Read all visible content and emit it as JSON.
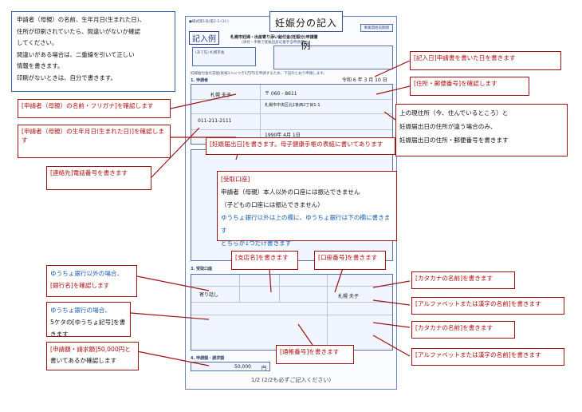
{
  "title": "妊娠分の記入例",
  "notice": {
    "lines": [
      "申請者（母親）の名前、生年月日(生まれた日)、",
      "住所が印刷されていたら、間違いがないか確認",
      "してください。",
      "間違いがある場合は、二重線を引いて正しい",
      "情報を書きます。",
      "印刷がないときは、自分で書きます。"
    ]
  },
  "form": {
    "header_left": "●様式第1号(第2-1-(3)-)",
    "header_right": "事業開始前期間",
    "example_label": "記入例",
    "doc_title": "札幌市妊婦・出産寄り添い給付金(妊娠分)申請書",
    "doc_sub": "(添付・手数で妊娠出産応援手当申請書)",
    "addressee": "札幌市長",
    "to_label": "(あて先) 札幌市長",
    "apply_line": "妊婦給付金の支給(妊娠1人につき5万円)を申請するため、下記のとおり申請します。",
    "section_applicant": "1. 申請者",
    "date_value": "令和 6 年 3 月 10 日",
    "applicant_name": "札幌 夫子",
    "postal": "〒 060 - 8611",
    "address": "札幌市中央区北1条西2丁目1-1",
    "phone": "011-211-2111",
    "dob": "1990年 4月 1日",
    "section_bank": "3. 受取口座",
    "account_holder": "札幌 夫子",
    "bank_name_example": "寄り話し",
    "section_amount": "4. 申請額・請求額",
    "amount_value": "50,000",
    "amount_unit": "円",
    "footer": "1/2 (2/2も必ずご記入ください)"
  },
  "callouts": {
    "kana_name": "[申請者（母親）の名前・フリガナ]を確認します",
    "dob": "[申請者（母親）の生年月日(生まれた日)]を確認します",
    "phone": "[連絡先]電話番号を書きます",
    "bank_other": [
      "ゆうちょ銀行以外の場合、",
      "[銀行名]を確認します"
    ],
    "yucho": [
      "ゆうちょ銀行の場合、",
      "5ケタの[ゆうちょ記号]を書きます"
    ],
    "amount": [
      "[申請額・請求額]50,000円と",
      "書いてあるか確認します"
    ],
    "application_date": "[記入日]申請書を書いた日を書きます",
    "address_postal": "[住所・郵便番号]を確認します",
    "pregnancy_notice": [
      "上の現住所（今、住んでいるところ）と",
      "妊娠届出日の住所が違う場合のみ、",
      "妊娠届出日の住所・郵便番号を書きます"
    ],
    "pregnancy_date": "[妊娠届出日]を書きます。母子健康手帳の表紙に書いてあります",
    "account_main": {
      "heading": "[受取口座]",
      "line1": "申請者（母親）本人以外の口座には振込できません",
      "line2": "（子どもの口座には振込できません）",
      "line3": "ゆうちょ銀行以外は上の欄に、ゆうちょ銀行は下の欄に書きます",
      "line4": "どちらか1つだけ書きます"
    },
    "branch": "[支店名]を書きます",
    "account_number": "[口座番号]を書きます",
    "kana_holder": "[カタカナの名前]を書きます",
    "alpha_holder": "[アルファベットまたは漢字の名前]を書きます",
    "kana_holder2": "[カタカナの名前]を書きます",
    "alpha_holder2": "[アルファベットまたは漢字の名前]を書きます",
    "passbook": "[通帳番号]を書きます"
  }
}
